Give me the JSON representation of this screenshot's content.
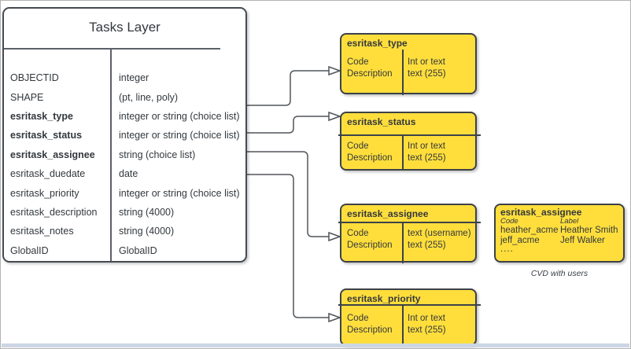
{
  "tasks_layer": {
    "title": "Tasks Layer",
    "fields": [
      {
        "name": "OBJECTID",
        "type": "integer",
        "emphasized": false
      },
      {
        "name": "SHAPE",
        "type": "(pt, line, poly)",
        "emphasized": false
      },
      {
        "name": "esritask_type",
        "type": "integer or string (choice list)",
        "emphasized": true
      },
      {
        "name": "esritask_status",
        "type": "integer or string (choice list)",
        "emphasized": true
      },
      {
        "name": "esritask_assignee",
        "type": "string (choice list)",
        "emphasized": true
      },
      {
        "name": "esritask_duedate",
        "type": "date",
        "emphasized": false
      },
      {
        "name": "esritask_priority",
        "type": "integer or string (choice list)",
        "emphasized": false
      },
      {
        "name": "esritask_description",
        "type": "string (4000)",
        "emphasized": false
      },
      {
        "name": "esritask_notes",
        "type": "string (4000)",
        "emphasized": false
      },
      {
        "name": "GlobalID",
        "type": "GlobalID",
        "emphasized": false
      }
    ]
  },
  "domain_tables": [
    {
      "title": "esritask_type",
      "left": [
        "Code",
        "Description"
      ],
      "right": [
        "Int or text",
        "text (255)"
      ]
    },
    {
      "title": "esritask_status",
      "left": [
        "Code",
        "Description"
      ],
      "right": [
        "Int or text",
        "text (255)"
      ]
    },
    {
      "title": "esritask_assignee",
      "left": [
        "Code",
        "Description"
      ],
      "right": [
        "text  (username)",
        "text (255)"
      ]
    },
    {
      "title": "esritask_priority",
      "left": [
        "Code",
        "Description"
      ],
      "right": [
        "Int or text",
        "text (255)"
      ]
    }
  ],
  "cvd_table": {
    "title": "esritask_assignee",
    "col_headers": [
      "Code",
      "Label"
    ],
    "rows": [
      {
        "code": "heather_acme",
        "label": "Heather Smith"
      },
      {
        "code": "jeff_acme",
        "label": "Jeff Walker"
      }
    ],
    "ellipsis": "....",
    "caption": "CVD with users"
  },
  "colors": {
    "table_fill": "#ffde3c",
    "stroke": "#3c4248",
    "connector": "#50555a",
    "text": "#33383d",
    "background": "#ffffff",
    "bottom_strip": "#ccd6e4"
  }
}
